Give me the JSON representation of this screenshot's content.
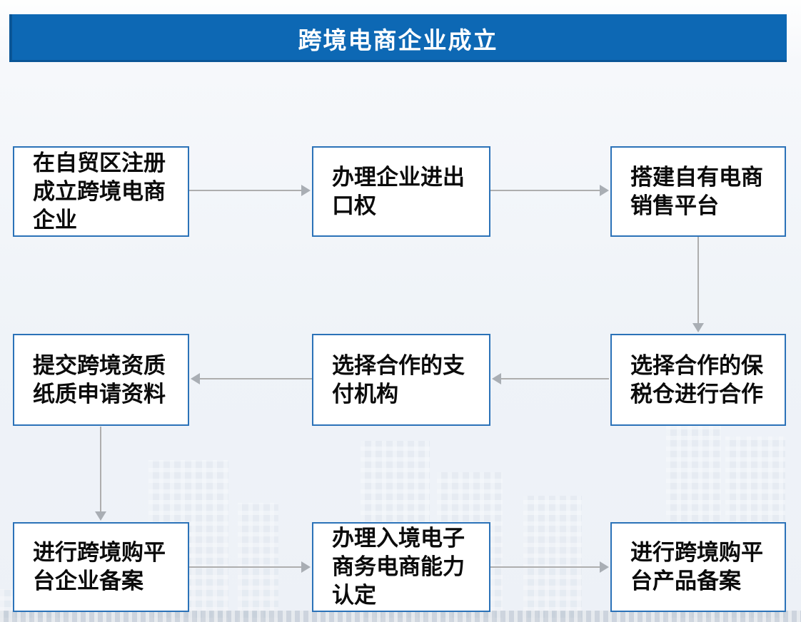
{
  "title": "跨境电商企业成立",
  "steps": [
    {
      "id": 1,
      "label": "在自贸区注册\n成立跨境电商\n企业"
    },
    {
      "id": 2,
      "label": "办理企业进出\n口权"
    },
    {
      "id": 3,
      "label": "搭建自有电商\n销售平台"
    },
    {
      "id": 4,
      "label": "提交跨境资质\n纸质申请资料"
    },
    {
      "id": 5,
      "label": "选择合作的支\n付机构"
    },
    {
      "id": 6,
      "label": "选择合作的保\n税仓进行合作"
    },
    {
      "id": 7,
      "label": "进行跨境购平\n台企业备案"
    },
    {
      "id": 8,
      "label": "办理入境电子\n商务电商能力\n认定"
    },
    {
      "id": 9,
      "label": "进行跨境购平\n台产品备案"
    }
  ],
  "connections": [
    {
      "from": 1,
      "to": 2,
      "direction": "right"
    },
    {
      "from": 2,
      "to": 3,
      "direction": "right"
    },
    {
      "from": 3,
      "to": 6,
      "direction": "down"
    },
    {
      "from": 6,
      "to": 5,
      "direction": "left"
    },
    {
      "from": 5,
      "to": 4,
      "direction": "left"
    },
    {
      "from": 4,
      "to": 7,
      "direction": "down"
    },
    {
      "from": 7,
      "to": 8,
      "direction": "right"
    },
    {
      "from": 8,
      "to": 9,
      "direction": "right"
    }
  ],
  "colors": {
    "title_bar": "#0d68b4",
    "title_text": "#ffffff",
    "box_border": "#2b72b8",
    "box_fill": "#ffffff",
    "box_text": "#0b0b0b",
    "arrow": "#a9aeb4",
    "background": "#eff3f8"
  }
}
